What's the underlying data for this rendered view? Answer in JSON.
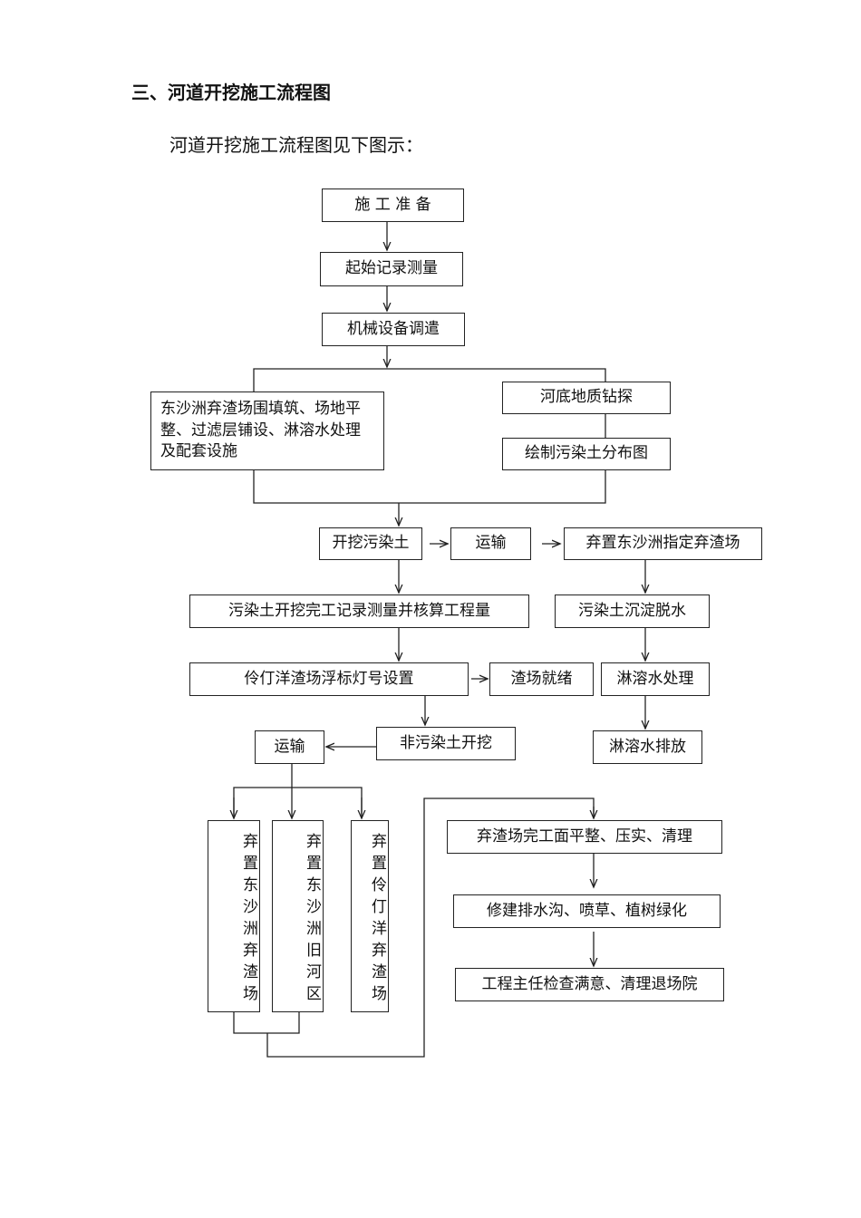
{
  "heading": "三、河道开挖施工流程图",
  "intro": "河道开挖施工流程图见下图示：",
  "steps": {
    "prep": "施 工 准 备",
    "survey": "起始记录测量",
    "machinery": "机械设备调遣",
    "dongsha_prep": "东沙洲弃渣场围填筑、场地平整、过滤层铺设、淋溶水处理及配套设施",
    "drilling": "河底地质钻探",
    "map": "绘制污染土分布图",
    "excavate_contaminated": "开挖污染土",
    "transport1": "运输",
    "dispose_dongsha": "弃置东沙洲指定弃渣场",
    "record": "污染土开挖完工记录测量并核算工程量",
    "dewater": "污染土沉淀脱水",
    "buoy": "伶仃洋渣场浮标灯号设置",
    "site_ready": "渣场就绪",
    "leachate_treat": "淋溶水处理",
    "excavate_clean": "非污染土开挖",
    "leachate_discharge": "淋溶水排放",
    "transport2": "运输",
    "dispose_a": "弃置东沙洲弃渣场",
    "dispose_b": "弃置东沙洲旧河区",
    "dispose_c": "弃置伶仃洋弃渣场",
    "level": "弃渣场完工面平整、压实、清理",
    "green": "修建排水沟、喷草、植树绿化",
    "inspect": "工程主任检查满意、清理退场院"
  }
}
